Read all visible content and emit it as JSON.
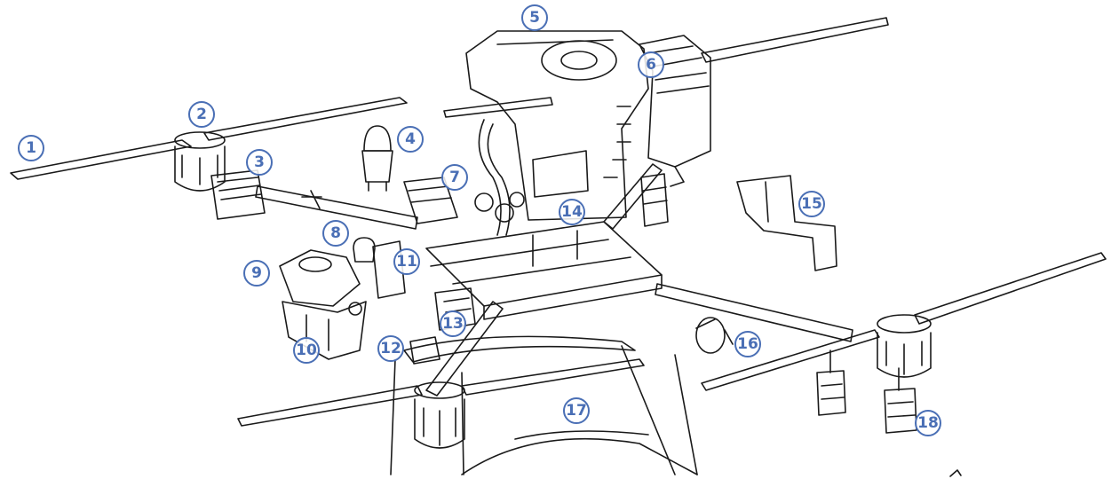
{
  "figure": {
    "callout_color": "#4a6fb5",
    "line_color": "#1a1a1a",
    "callouts": [
      "1",
      "2",
      "3",
      "4",
      "5",
      "6",
      "7",
      "8",
      "9",
      "10",
      "11",
      "12",
      "13",
      "14",
      "15",
      "16",
      "17",
      "18"
    ]
  },
  "icons": [
    "propeller-blade",
    "motor",
    "esc",
    "beacon-light",
    "spray-tank",
    "battery",
    "frame-arm",
    "spray-nozzle",
    "landing-gear"
  ]
}
